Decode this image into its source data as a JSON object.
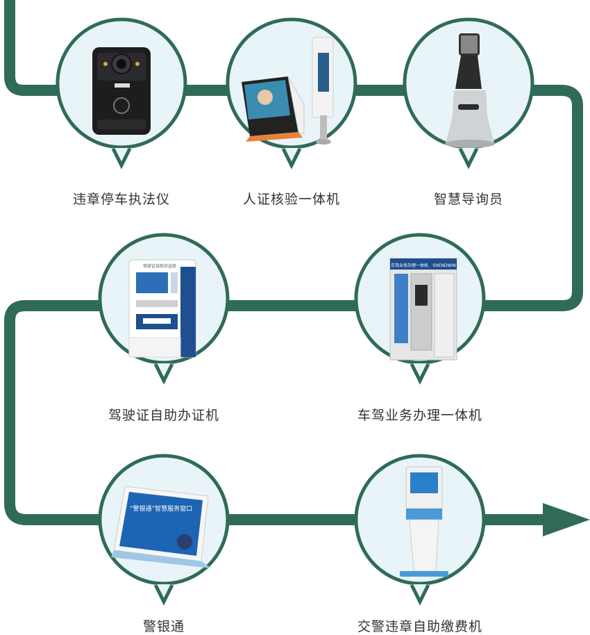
{
  "colors": {
    "path": "#2f6b58",
    "bubble_fill": "#e9f4f8",
    "label": "#333333"
  },
  "items": [
    {
      "label": "违章停车执法仪",
      "icon": "body-camera-icon"
    },
    {
      "label": "人证核验一体机",
      "icon": "face-verification-terminal-icon"
    },
    {
      "label": "智慧导询员",
      "icon": "guide-robot-icon"
    },
    {
      "label": "驾驶证自助办证机",
      "icon": "license-kiosk-icon",
      "screen_text": "驾驶证自助办证机"
    },
    {
      "label": "车驾业务办理一体机",
      "icon": "service-booth-icon",
      "brand_text": "SHENDWIN",
      "header_text": "车驾业务办理一体机"
    },
    {
      "label": "警银通",
      "icon": "tablet-terminal-icon",
      "screen_title": "“警银通”智慧服务窗口"
    },
    {
      "label": "交警违章自助缴费机",
      "icon": "payment-kiosk-icon"
    }
  ]
}
